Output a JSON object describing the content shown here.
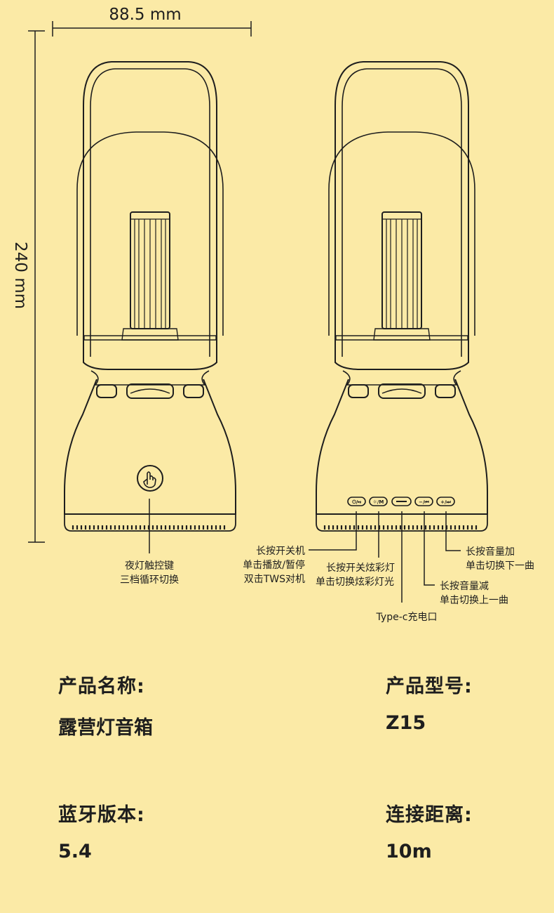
{
  "dimensions": {
    "width": "88.5 mm",
    "height": "240 mm"
  },
  "callouts": {
    "touch_key": {
      "line1": "夜灯触控键",
      "line2": "三档循环切换"
    },
    "power": {
      "line1": "长按开关机",
      "line2": "单击播放/暂停",
      "line3": "双击TWS对机"
    },
    "light": {
      "line1": "长按开关炫彩灯",
      "line2": "单击切换炫彩灯光"
    },
    "typec": {
      "line1": "Type-c充电口"
    },
    "vol_down": {
      "line1": "长按音量减",
      "line2": "单击切换上一曲"
    },
    "vol_up": {
      "line1": "长按音量加",
      "line2": "单击切换下一曲"
    }
  },
  "buttons": {
    "power_icon": "⏻/⏯",
    "light_icon": "☼/M",
    "minus_icon": "−/⏮",
    "plus_icon": "+/⏭"
  },
  "specs": {
    "name_label": "产品名称:",
    "name_value": "露营灯音箱",
    "model_label": "产品型号:",
    "model_value": "Z15",
    "bt_label": "蓝牙版本:",
    "bt_value": "5.4",
    "distance_label": "连接距离:",
    "distance_value": "10m"
  },
  "colors": {
    "background": "#fbeaa6",
    "line": "#1e1e1e"
  }
}
